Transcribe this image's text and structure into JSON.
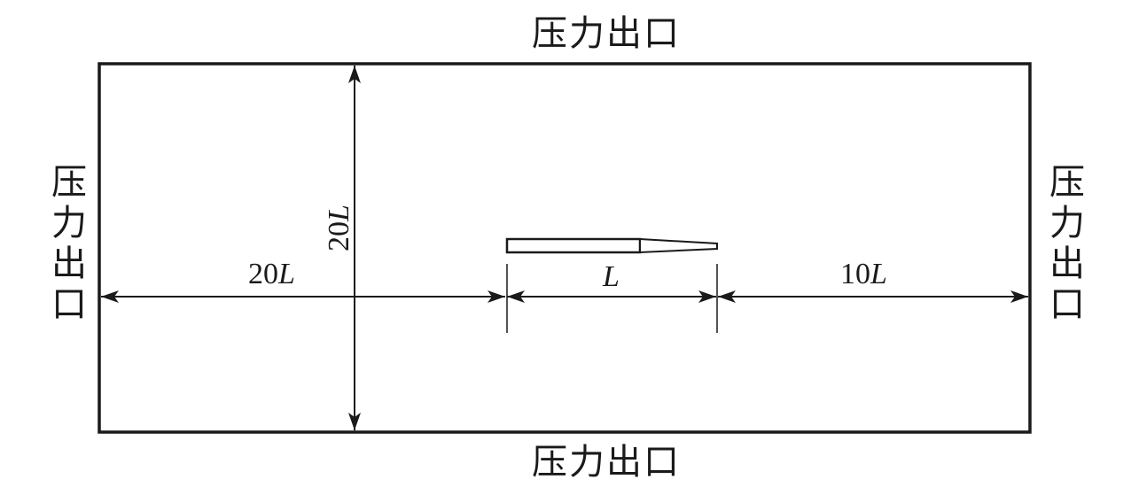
{
  "boundaries": {
    "top": "压力出口",
    "bottom": "压力出口",
    "left": "压力出口",
    "right": "压力出口"
  },
  "dimensions": {
    "upstream": {
      "number": "20",
      "unit": "L"
    },
    "chord": {
      "number": "",
      "unit": "L"
    },
    "downstream": {
      "number": "10",
      "unit": "L"
    },
    "height": {
      "number": "20",
      "unit": "L"
    }
  },
  "colors": {
    "line": "#1a1a1a",
    "background": "#ffffff"
  }
}
